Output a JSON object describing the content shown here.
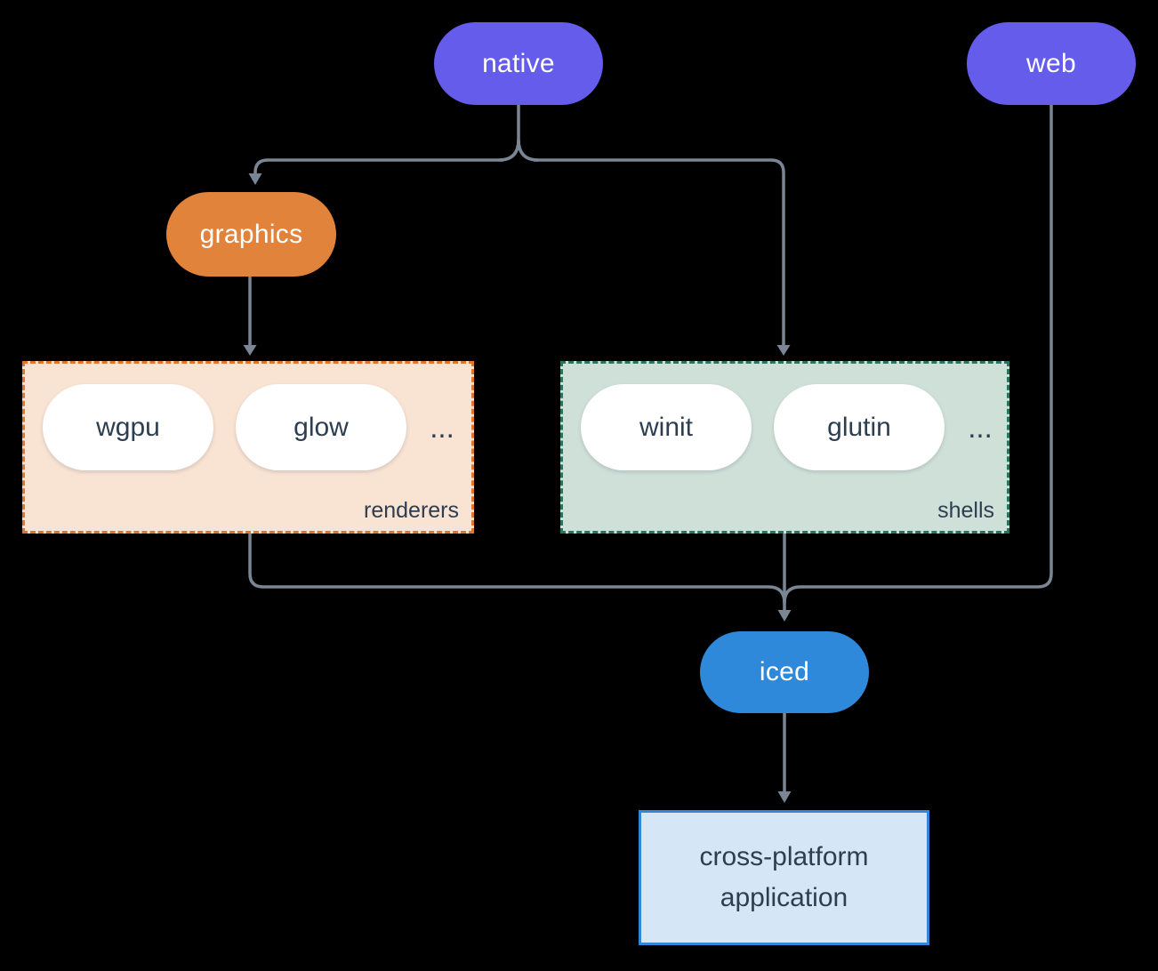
{
  "colors": {
    "background": "#000000",
    "connector": "#7B8695",
    "purple": "#655CEB",
    "orange": "#E2833C",
    "blue": "#2F89DA",
    "white-pill": "#FFFFFF",
    "pill-text": "#FFFFFF",
    "dark-text": "#2D3E50",
    "renderers-bg": "#F9E3D3",
    "renderers-border": "#E0752B",
    "shells-bg": "#CFE0D9",
    "shells-border": "#27745F",
    "app-bg": "#D5E7F7",
    "app-border": "#3285D8"
  },
  "nodes": {
    "native": {
      "label": "native"
    },
    "web": {
      "label": "web"
    },
    "graphics": {
      "label": "graphics"
    },
    "iced": {
      "label": "iced"
    },
    "app": {
      "line1": "cross-platform",
      "line2": "application"
    }
  },
  "groups": {
    "renderers": {
      "label": "renderers",
      "items": [
        "wgpu",
        "glow"
      ],
      "ellipsis": "..."
    },
    "shells": {
      "label": "shells",
      "items": [
        "winit",
        "glutin"
      ],
      "ellipsis": "..."
    }
  }
}
